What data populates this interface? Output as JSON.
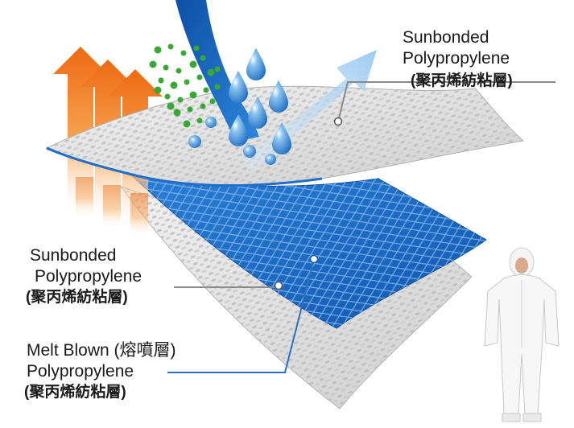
{
  "labels": {
    "top": {
      "line1": "Sunbonded",
      "line2": "Polypropylene",
      "line3": "(聚丙烯紡粘層)"
    },
    "middle": {
      "line1": "Sunbonded",
      "line2": "Polypropylene",
      "line3": "(聚丙烯紡粘層)"
    },
    "bottom": {
      "line1": "Melt Blown (熔噴層)",
      "line2": "Polypropylene",
      "line3": "(聚丙烯紡粘層)"
    }
  },
  "colors": {
    "heat_arrow": "#f07a1a",
    "water_drop": "#1f7fd0",
    "particle": "#39a935",
    "meltblown": "#1f6ec9",
    "outer_layer": "#d9d9d9",
    "vapor_arrow": "#a9d1f2",
    "leader_line_gray": "#8a8a8a",
    "leader_line_blue": "#2a6fc0"
  }
}
